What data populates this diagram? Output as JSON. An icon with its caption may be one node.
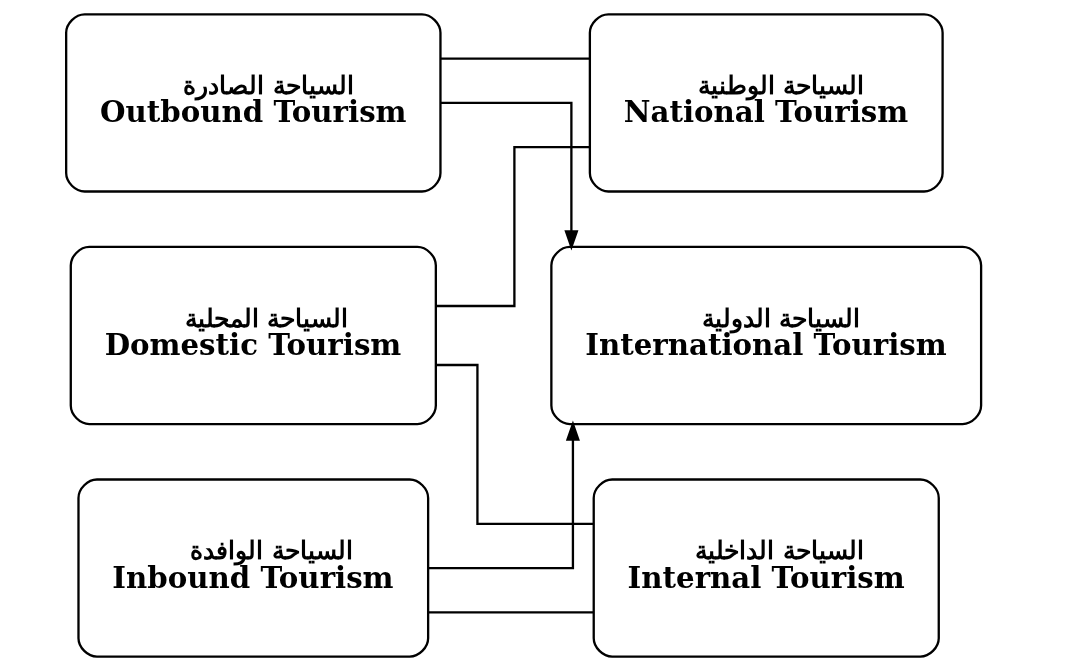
{
  "diagram": {
    "nodes": [
      {
        "text": [
          "السياحة الصادرة",
          "Outbound Tourism"
        ]
      },
      {
        "text": [
          "السياحة المحلية",
          "Domestic Tourism"
        ]
      },
      {
        "text": [
          "السياحة الوافدة",
          "Inbound Tourism"
        ]
      },
      {
        "text": [
          "السياحة الوطنية",
          "National Tourism"
        ]
      },
      {
        "text": [
          "السياحة الداخلية",
          "Internal Tourism"
        ]
      },
      {
        "text": [
          "السياحة الدولية",
          "International Tourism"
        ]
      }
    ],
    "edges": [
      {
        "from": 0,
        "to": 3,
        "arrow": "none"
      },
      {
        "from": 1,
        "to": 3,
        "arrow": "none"
      },
      {
        "from": 1,
        "to": 4,
        "arrow": "none"
      },
      {
        "from": 2,
        "to": 4,
        "arrow": "none"
      },
      {
        "from": 0,
        "to": 5,
        "arrow": "to"
      },
      {
        "from": 2,
        "to": 5,
        "arrow": "to"
      }
    ]
  }
}
